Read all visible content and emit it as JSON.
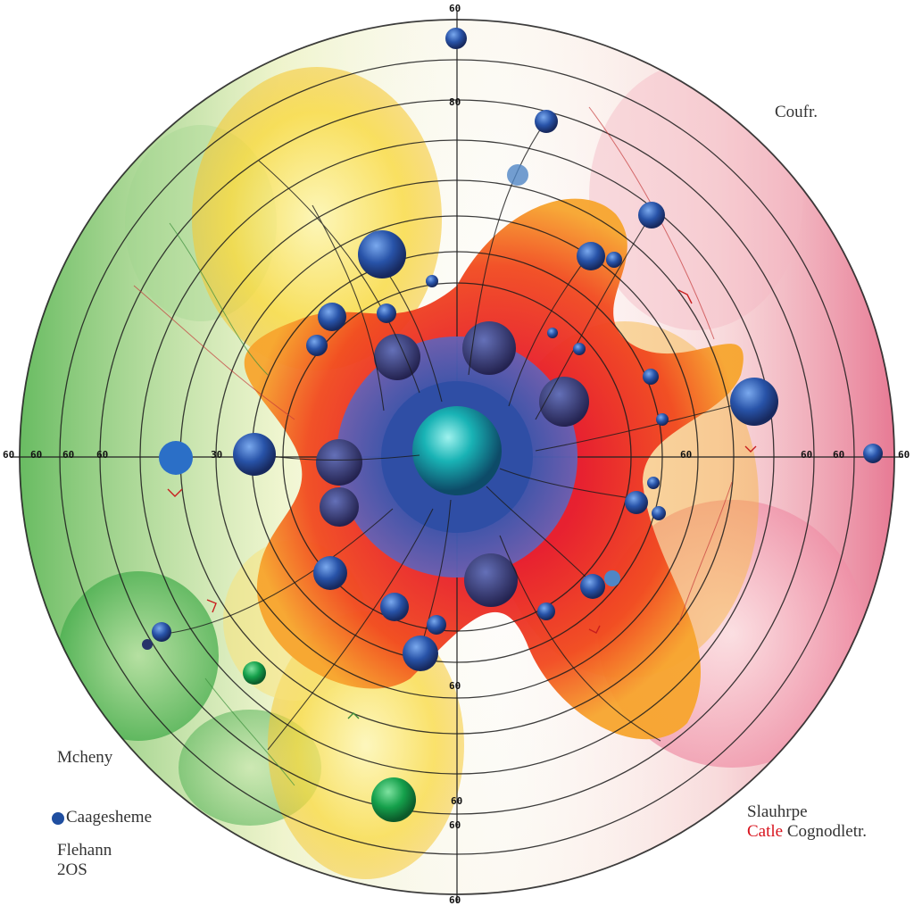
{
  "diagram": {
    "ticks": {
      "top": "60",
      "upper": "80",
      "lower": "60",
      "lower2": "60",
      "lower3": "60",
      "bottom": "60",
      "left_outer": "60",
      "left_2": "60",
      "left_3": "60",
      "left_4": "60",
      "left_inner": "30",
      "right_inner": "60",
      "right_2": "60",
      "right_3": "60",
      "right_outer": "60"
    },
    "labels": {
      "top_right": "Coufr.",
      "left_1": "Mcheny",
      "left_2": "Caagesheme",
      "left_3": "Flehann",
      "left_4": "2OS",
      "right_1": "Slauhrpe",
      "right_2_red": "Catle",
      "right_2_rest": "Cognodletr."
    },
    "colors": {
      "green": "#3aa54a",
      "yellow": "#f6d64a",
      "red": "#e61d1d",
      "pink": "#e86a8e",
      "blue": "#1f4ea0",
      "teal": "#1aa3a8",
      "purple": "#6a64b4"
    },
    "legend_icon": "blue-circle-icon"
  }
}
